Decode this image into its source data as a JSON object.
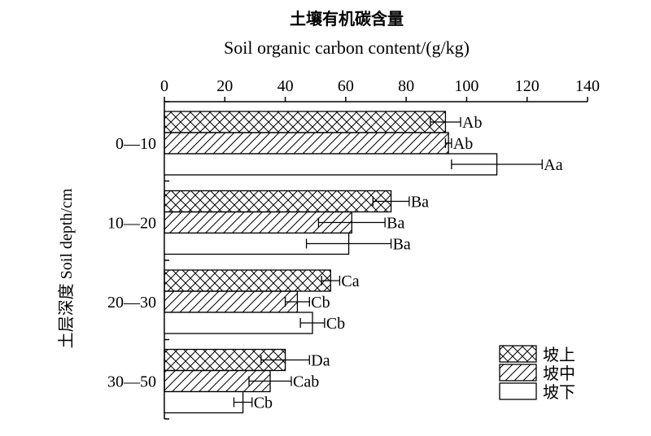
{
  "chart_data": {
    "type": "bar",
    "orientation": "horizontal",
    "title": "土壤有机碳含量",
    "xlabel": "Soil organic carbon content/(g/kg)",
    "ylabel": "土层深度 Soil depth/cm",
    "xlim": [
      0,
      140
    ],
    "xticks": [
      "0",
      "20",
      "40",
      "60",
      "80",
      "100",
      "120",
      "140"
    ],
    "x_axis_position": "top",
    "grid": false,
    "legend_position": "bottom-right",
    "categories": [
      "0—10",
      "10—20",
      "20—30",
      "30—50"
    ],
    "series": [
      {
        "name": "坡上",
        "pattern": "crosshatch",
        "values": [
          93,
          75,
          55,
          40
        ],
        "errors": [
          5,
          6,
          3,
          8
        ],
        "labels": [
          "Ab",
          "Ba",
          "Ca",
          "Da"
        ]
      },
      {
        "name": "坡中",
        "pattern": "diagonal",
        "values": [
          94,
          62,
          44,
          35
        ],
        "errors": [
          1,
          11,
          4,
          7
        ],
        "labels": [
          "Ab",
          "Ba",
          "Cb",
          "Cab"
        ]
      },
      {
        "name": "坡下",
        "pattern": "none",
        "values": [
          110,
          61,
          49,
          26
        ],
        "errors": [
          15,
          14,
          4,
          3
        ],
        "labels": [
          "Aa",
          "Ba",
          "Cb",
          "Cb"
        ]
      }
    ]
  }
}
